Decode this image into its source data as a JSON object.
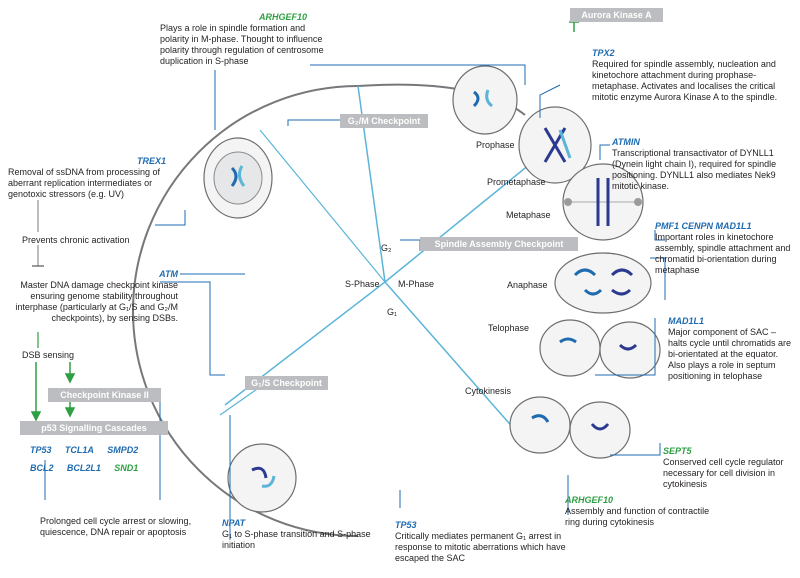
{
  "checkpoints": {
    "aurora": "Aurora Kinase A",
    "g2m": "G₂/M Checkpoint",
    "sac": "Spindle Assembly Checkpoint",
    "g1s": "G₁/S Checkpoint",
    "chk2": "Checkpoint Kinase II",
    "p53": "p53 Signalling Cascades"
  },
  "phases": {
    "prophase": "Prophase",
    "prometaphase": "Prometaphase",
    "metaphase": "Metaphase",
    "anaphase": "Anaphase",
    "telophase": "Telophase",
    "cytokinesis": "Cytokinesis",
    "s_phase": "S-Phase",
    "m_phase": "M-Phase",
    "g2": "G₂",
    "g1": "G₁"
  },
  "arhgef10_top": {
    "gene": "ARHGEF10",
    "desc": "Plays a role in spindle formation and polarity in M-phase.  Thought to influence polarity through regulation of centrosome duplication in S-phase"
  },
  "tpx2": {
    "gene": "TPX2",
    "desc": "Required for spindle assembly, nucleation and kinetochore attachment during prophase-metaphase.  Activates and localises the critical mitotic enzyme Aurora Kinase A to the spindle."
  },
  "atmin": {
    "gene": "ATMIN",
    "desc": "Transcriptional transactivator of DYNLL1 (Dynein light chain I), required for spindle positioning.  DYNLL1 also mediates Nek9 mitotic kinase."
  },
  "pmf1": {
    "gene": "PMF1  CENPN  MAD1L1",
    "desc": "Important roles in kinetochore assembly, spindle attachment and chromatid bi-orientation during metaphase"
  },
  "mad1l1": {
    "gene": "MAD1L1",
    "desc": "Major component of SAC – halts cycle until chromatids are bi-orientated at the equator.  Also plays a role in septum positioning in telophase"
  },
  "sept5": {
    "gene": "SEPT5",
    "desc": "Conserved cell cycle regulator necessary  for cell division in cytokinesis"
  },
  "arhgef10_bottom": {
    "gene": "ARHGEF10",
    "desc": "Assembly and function of contractile ring during cytokinesis"
  },
  "tp53": {
    "gene": "TP53",
    "desc": "Critically mediates permanent G₁ arrest in response to mitotic aberrations which have escaped the SAC"
  },
  "npat": {
    "gene": "NPAT",
    "desc": "G₁ to S-phase transition and S-phase initiation"
  },
  "trex1": {
    "gene": "TREX1",
    "desc": "Removal of ssDNA from processing of aberrant replication intermediates or genotoxic stressors (e.g. UV)",
    "note": "Prevents chronic activation"
  },
  "atm": {
    "gene": "ATM",
    "desc": "Master DNA damage checkpoint kinase ensuring genome stability throughout interphase  (particularly at G₁/S and G₂/M checkpoints), by sensing DSBs.",
    "note": "DSB sensing"
  },
  "p53_genes": {
    "row1": [
      "TP53",
      "TCL1A",
      "SMPD2"
    ],
    "row2": [
      "BCL2",
      "BCL2L1",
      "SND1"
    ]
  },
  "outcome": "Prolonged cell cycle arrest or slowing, quiescence, DNA repair or apoptosis"
}
